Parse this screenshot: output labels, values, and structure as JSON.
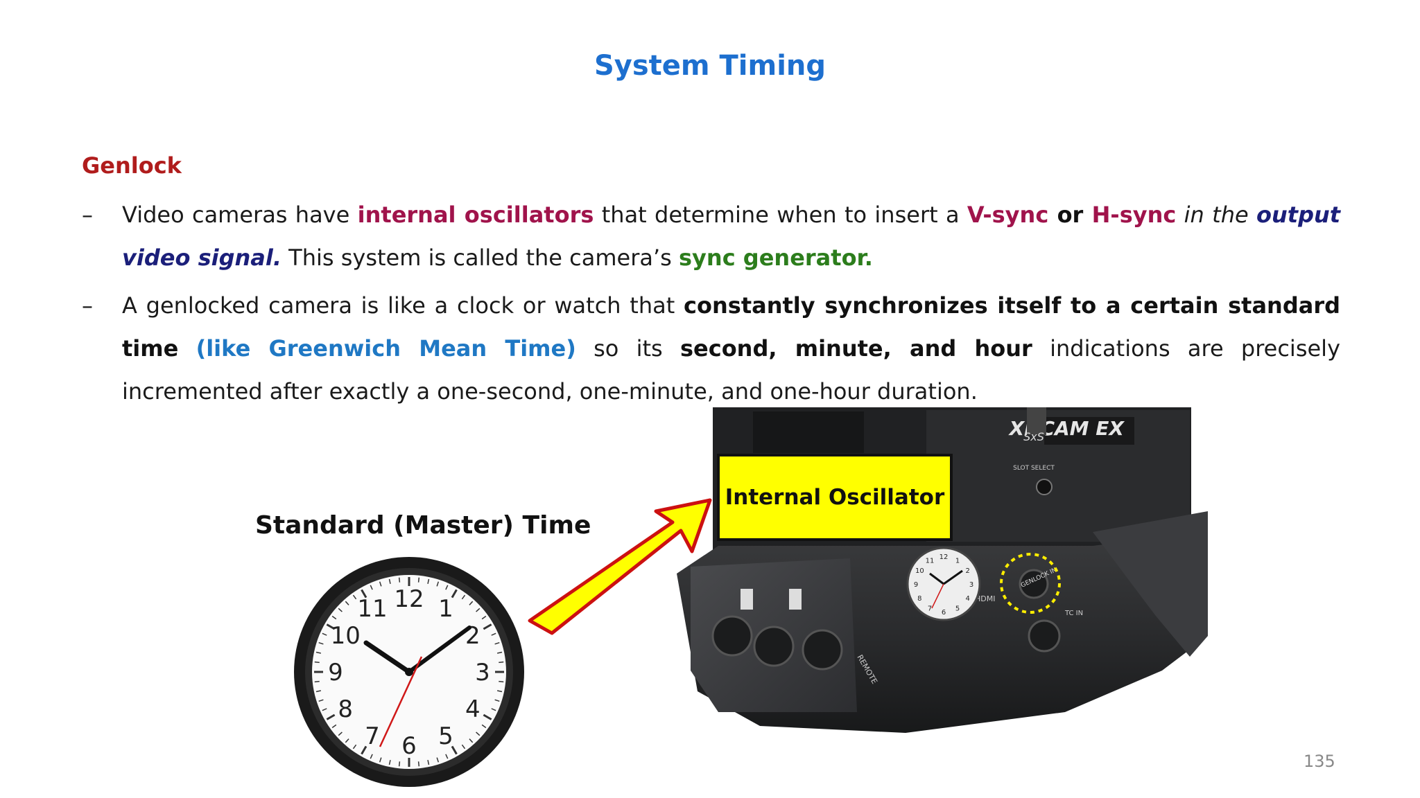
{
  "slide": {
    "title": "System Timing",
    "heading": "Genlock",
    "page_number": "135",
    "bullet_dash": "–"
  },
  "bullet1": {
    "t1": "Video cameras have ",
    "t2": "internal oscillators",
    "t3": " that determine when to insert a ",
    "t4": "V-sync",
    "t5": " or ",
    "t6": "H-sync",
    "t7": " in the ",
    "t8": "output video signal.",
    "t9": " This system is called the camera’s ",
    "t10": "sync generator."
  },
  "bullet2": {
    "t1": "A genlocked camera is like a clock or watch that ",
    "t2": "constantly synchronizes itself to a certain standard time",
    "t3": " ",
    "t4": "(like Greenwich Mean Time)",
    "t5": " so its ",
    "t6": "second, minute, and hour",
    "t7": " indications are precisely incremented after exactly a one-second, one-minute, and one-hour duration."
  },
  "figure": {
    "clock_label": "Standard (Master) Time",
    "oscillator_label": "Internal Oscillator",
    "clock_numbers": [
      "12",
      "1",
      "2",
      "3",
      "4",
      "5",
      "6",
      "7",
      "8",
      "9",
      "10",
      "11"
    ],
    "camera_brand": "XDCAM EX",
    "camera_sxs": "SxS",
    "camera_slot": "SLOT SELECT",
    "camera_genlock": "GENLOCK IN",
    "camera_remote": "REMOTE",
    "camera_hdmi": "HDMI",
    "camera_tc": "TC IN"
  },
  "colors": {
    "title": "#1d6fcf",
    "heading": "#b01c1c",
    "highlight_maroon": "#a0134b",
    "highlight_navy": "#1b1f7a",
    "highlight_green": "#2c7d1c",
    "highlight_blue": "#1f78c4",
    "callout_yellow": "#ffff00",
    "arrow_red": "#cc1111"
  },
  "icons": {
    "clock": "wall-clock-icon",
    "small_clock": "small-clock-icon",
    "arrow": "arrow-icon",
    "genlock_marker": "dashed-circle-icon"
  }
}
